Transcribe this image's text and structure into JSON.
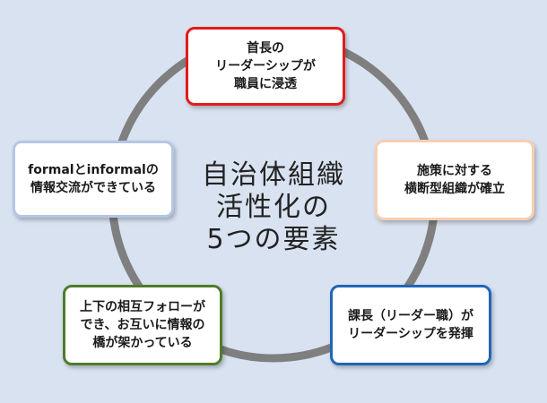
{
  "center": {
    "lines": [
      "自治体組織",
      "活性化の",
      "5つの要素"
    ]
  },
  "elements": [
    {
      "lines": [
        "首長の",
        "リーダーシップが",
        "職員に浸透"
      ],
      "border_color": "#e31b1b"
    },
    {
      "lines": [
        "施策に対する",
        "横断型組織が確立"
      ],
      "border_color": "#f7cfb1"
    },
    {
      "lines": [
        "課長（リーダー職）が",
        "リーダーシップを発揮"
      ],
      "border_color": "#1f66b8"
    },
    {
      "lines": [
        "上下の相互フォローが",
        "でき、お互いに情報の",
        "橋が架かっている"
      ],
      "border_color": "#4e7d2a"
    },
    {
      "lines": [
        "formalとinformalの",
        "情報交流ができている"
      ],
      "border_color": "#b4c6e7"
    }
  ],
  "colors": {
    "background": "#d9e2f1",
    "ring": "#7f7f7f"
  }
}
